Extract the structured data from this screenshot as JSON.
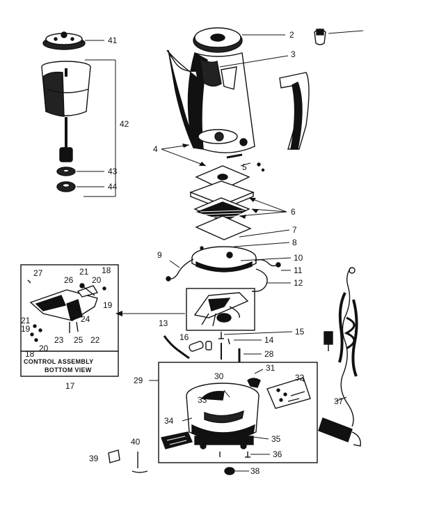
{
  "labels": {
    "n2": "2",
    "n3": "3",
    "n4": "4",
    "n5": "5",
    "n6": "6",
    "n7": "7",
    "n8": "8",
    "n9": "9",
    "n10": "10",
    "n11": "11",
    "n12": "12",
    "n13": "13",
    "n14": "14",
    "n15": "15",
    "n16": "16",
    "n17": "17",
    "n18a": "18",
    "n18b": "18",
    "n19a": "19",
    "n19b": "19",
    "n20a": "20",
    "n20b": "20",
    "n21a": "21",
    "n21b": "21",
    "n22": "22",
    "n23": "23",
    "n24": "24",
    "n25": "25",
    "n26": "26",
    "n27": "27",
    "n28": "28",
    "n29": "29",
    "n30": "30",
    "n31": "31",
    "n32": "32",
    "n33": "33",
    "n34": "34",
    "n35": "35",
    "n36": "36",
    "n37": "37",
    "n38": "38",
    "n39": "39",
    "n40": "40",
    "n41": "41",
    "n42": "42",
    "n43": "43",
    "n44": "44"
  },
  "inset": {
    "caption_line1": "CONTROL ASSEMBLY",
    "caption_line2": "BOTTOM VIEW"
  },
  "colors": {
    "ink": "#111111",
    "paper": "#ffffff"
  }
}
